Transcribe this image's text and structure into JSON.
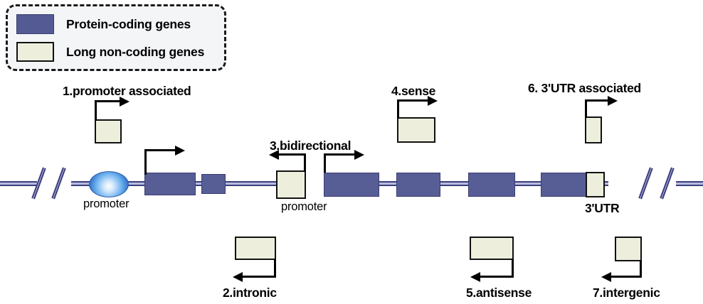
{
  "figure": {
    "type": "gene-annotation-diagram",
    "description": "Classification of long non-coding genes by position relative to protein-coding genes"
  },
  "legend": {
    "items": [
      {
        "label": "Protein-coding genes",
        "color": "#545a94",
        "swatch": "protein-coding-swatch"
      },
      {
        "label": "Long non-coding genes",
        "color": "#edeedc",
        "swatch": "long-non-coding-swatch"
      }
    ]
  },
  "track_labels": {
    "promoter_left": "promoter",
    "promoter_mid": "promoter",
    "utr": "3'UTR"
  },
  "classes": [
    {
      "id": 1,
      "label": "1.promoter associated",
      "direction": "right",
      "placement": "above"
    },
    {
      "id": 2,
      "label": "2.intronic",
      "direction": "left",
      "placement": "below"
    },
    {
      "id": 3,
      "label": "3.bidirectional",
      "direction": "left-and-right",
      "placement": "on-track"
    },
    {
      "id": 4,
      "label": "4.sense",
      "direction": "right",
      "placement": "above"
    },
    {
      "id": 5,
      "label": "5.antisense",
      "direction": "left",
      "placement": "below"
    },
    {
      "id": 6,
      "label": "6. 3'UTR associated",
      "direction": "right",
      "placement": "above"
    },
    {
      "id": 7,
      "label": "7.intergenic",
      "direction": "left",
      "placement": "below"
    }
  ],
  "colors": {
    "protein_coding_fill": "#575d95",
    "protein_coding_border": "#3a3e6d",
    "long_non_coding_fill": "#edeedc",
    "long_non_coding_border": "#111111",
    "track_fill": "#b9bbe0",
    "track_border": "#3c3f7e",
    "promoter_ellipse": "#67aeee",
    "legend_background": "#f4f5f7"
  }
}
